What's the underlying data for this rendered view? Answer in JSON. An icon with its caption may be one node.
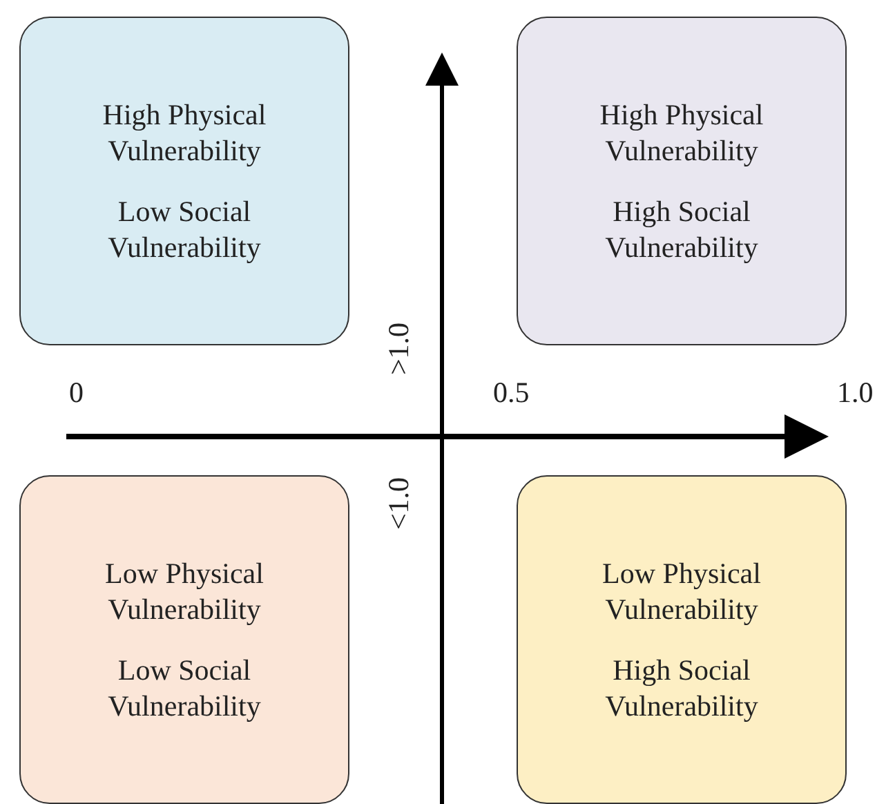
{
  "diagram": {
    "nodes": [
      {
        "text": [
          "High Physical Vulnerability",
          "Low Social Vulnerability"
        ]
      },
      {
        "text": [
          "High Physical Vulnerability",
          "High Social Vulnerability"
        ]
      },
      {
        "text": [
          "Low Physical Vulnerability",
          "Low Social Vulnerability"
        ]
      },
      {
        "text": [
          "Low Physical Vulnerability",
          "High Social Vulnerability"
        ]
      }
    ],
    "labels": [
      "0",
      "0.5",
      "1.0",
      ">1.0",
      "<1.0"
    ]
  }
}
